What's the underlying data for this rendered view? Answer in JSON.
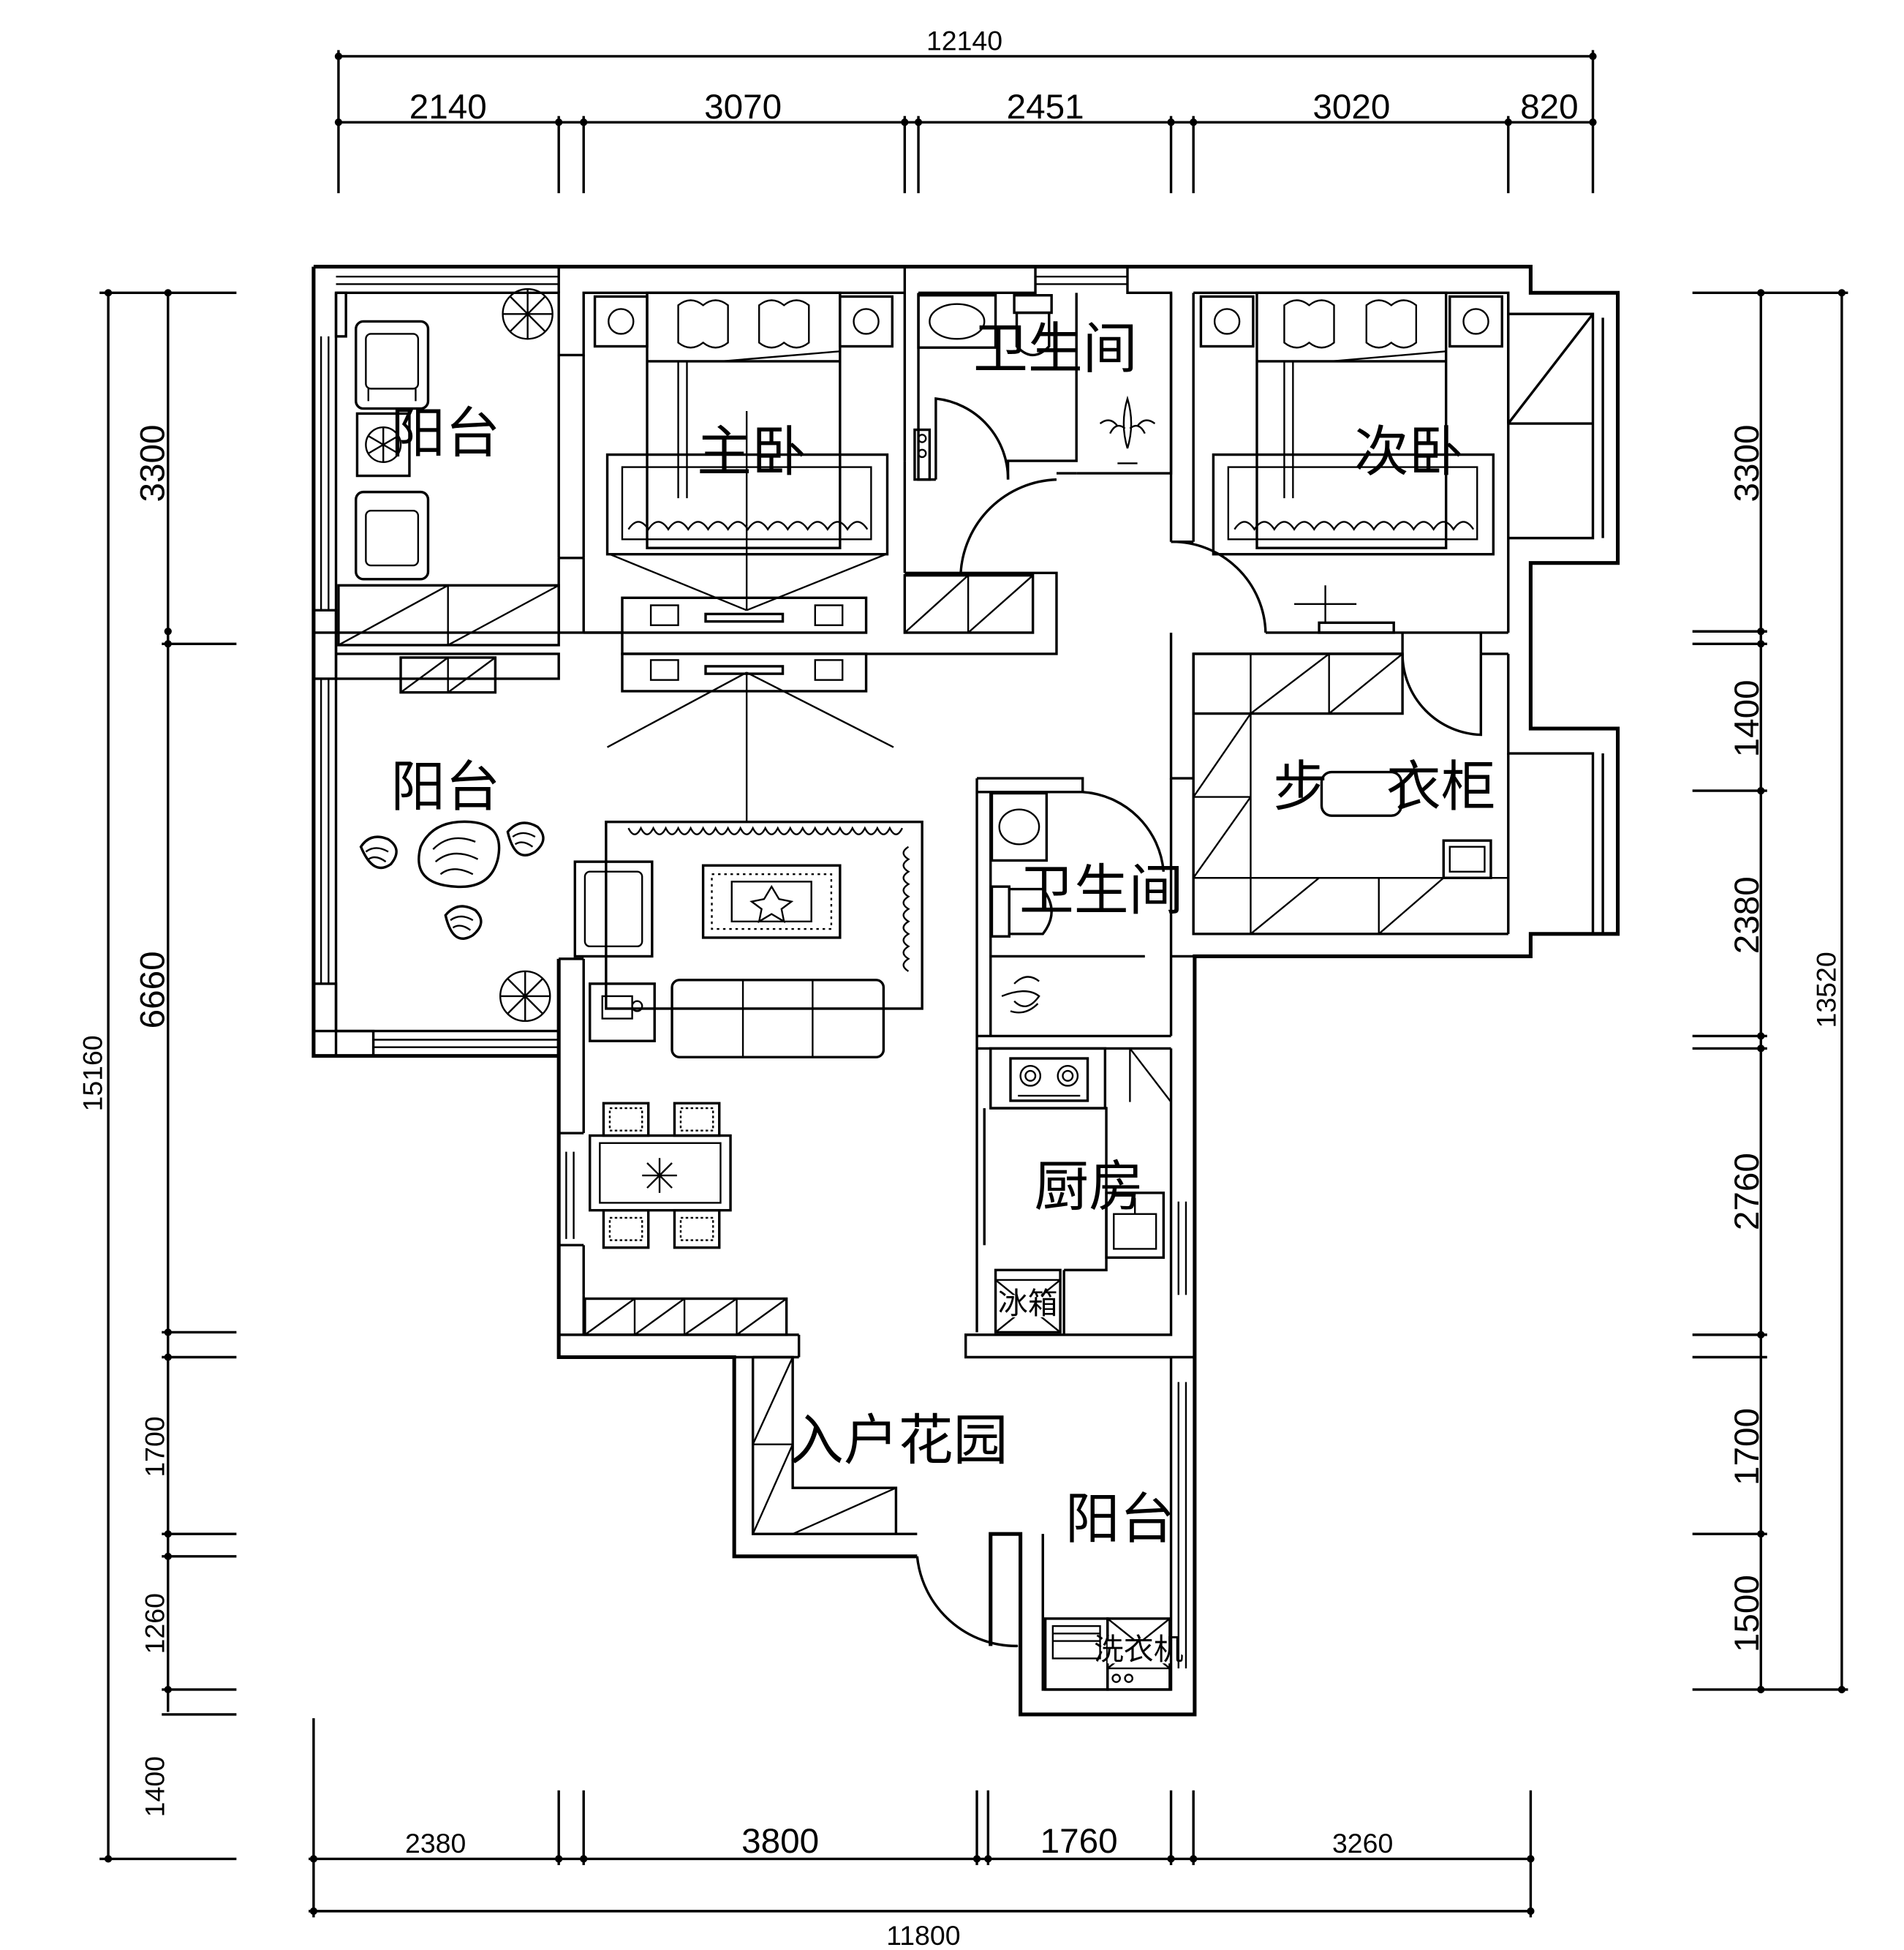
{
  "dimensions": {
    "top_total": "12140",
    "top_segments": [
      "2140",
      "3070",
      "2451",
      "3020",
      "820"
    ],
    "bottom_segments": [
      "2380",
      "3800",
      "1760",
      "3260"
    ],
    "bottom_total": "11800",
    "left_total": "15160",
    "left_segments": [
      "3300",
      "6660",
      "1700",
      "1260",
      "1400"
    ],
    "right_total": "13520",
    "right_segments": [
      "3300",
      "1400",
      "2380",
      "2760",
      "1700",
      "1500"
    ]
  },
  "rooms": {
    "balcony_top": "阳台",
    "master_bedroom": "主卧",
    "bathroom_top": "卫生间",
    "second_bedroom": "次卧",
    "balcony_left": "阳台",
    "walkin_closet_left": "步",
    "walkin_closet_right": "衣柜",
    "bathroom_mid": "卫生间",
    "kitchen": "厨房",
    "entry_garden": "入户花园",
    "balcony_bottom": "阳台"
  },
  "appliances": {
    "fridge": "冰箱",
    "washer": "洗衣机"
  }
}
